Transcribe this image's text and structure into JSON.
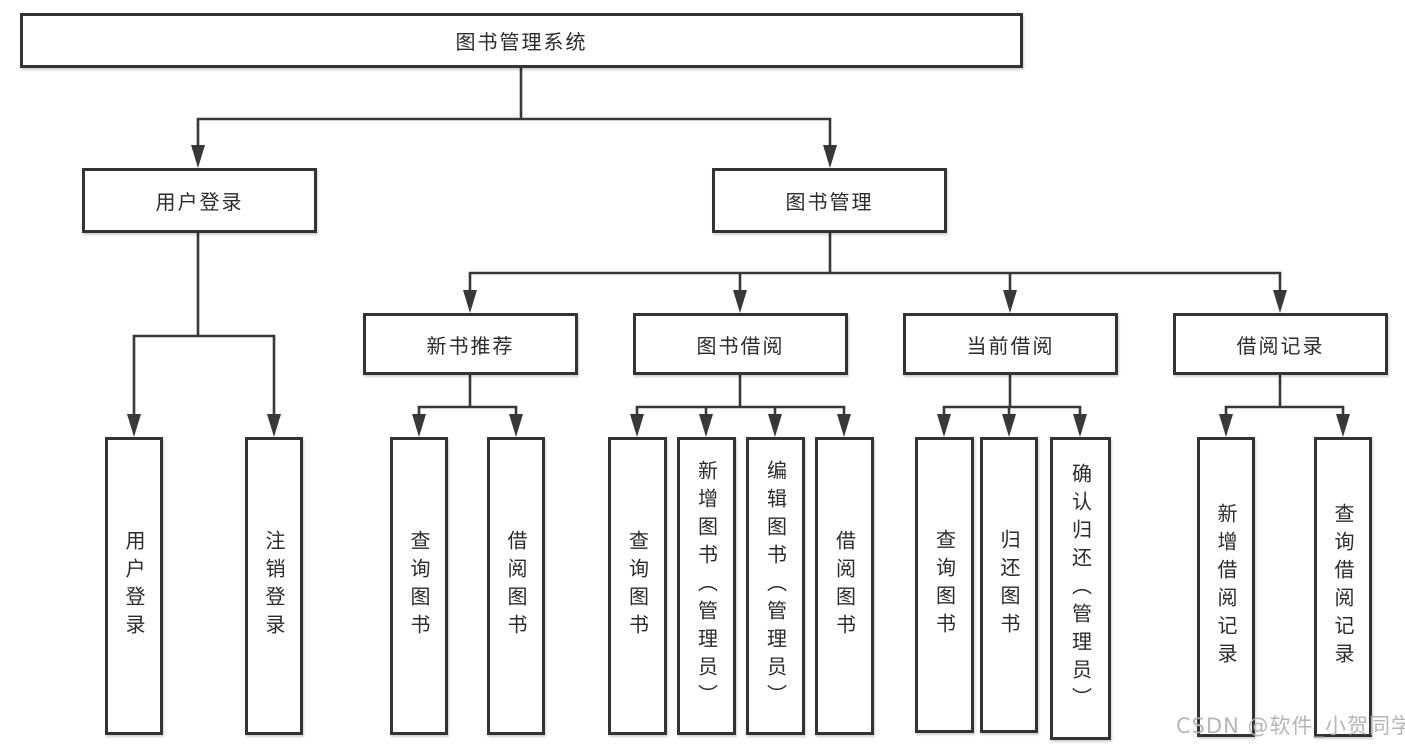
{
  "watermark": "CSDN @软件_小贺同学",
  "colors": {
    "line": "#383838",
    "box_border": "#333333",
    "text": "#2b2b2b",
    "background": "#ffffff",
    "watermark": "#b2b2b2"
  },
  "tree": {
    "root": {
      "label": "图书管理系统"
    },
    "branches": [
      {
        "label": "用户登录",
        "children": [
          {
            "label": "用户登录"
          },
          {
            "label": "注销登录"
          }
        ]
      },
      {
        "label": "图书管理",
        "children": [
          {
            "label": "新书推荐",
            "children": [
              {
                "label": "查询图书"
              },
              {
                "label": "借阅图书"
              }
            ]
          },
          {
            "label": "图书借阅",
            "children": [
              {
                "label": "查询图书"
              },
              {
                "label": "新增图书（管理员）"
              },
              {
                "label": "编辑图书（管理员）"
              },
              {
                "label": "借阅图书"
              }
            ]
          },
          {
            "label": "当前借阅",
            "children": [
              {
                "label": "查询图书"
              },
              {
                "label": "归还图书"
              },
              {
                "label": "确认归还（管理员）"
              }
            ]
          },
          {
            "label": "借阅记录",
            "children": [
              {
                "label": "新增借阅记录"
              },
              {
                "label": "查询借阅记录"
              }
            ]
          }
        ]
      }
    ]
  }
}
